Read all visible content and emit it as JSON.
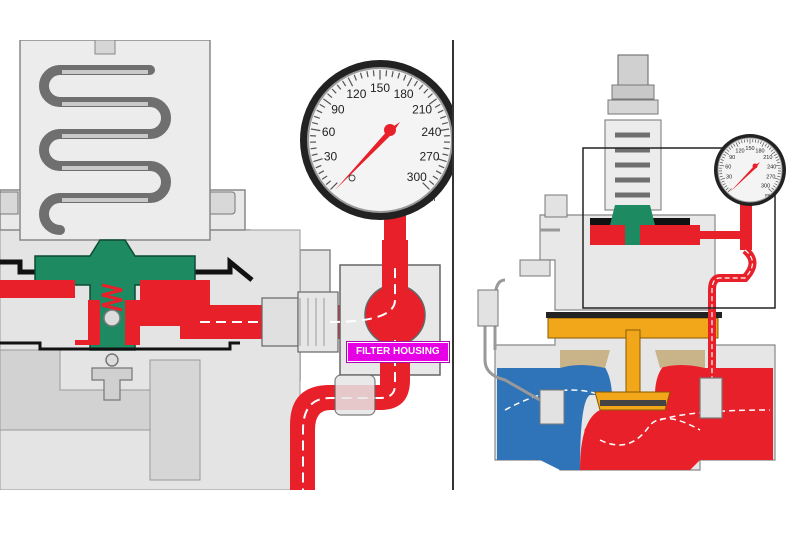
{
  "left_panel": {
    "gauge": {
      "ticks": [
        "30",
        "60",
        "90",
        "120",
        "150",
        "180",
        "210",
        "240",
        "270",
        "300"
      ],
      "unit": "psi"
    },
    "filter_label": "FILTER HOUSING"
  },
  "right_panel": {
    "gauge": {
      "ticks": [
        "30",
        "60",
        "90",
        "120",
        "150",
        "180",
        "210",
        "240",
        "270",
        "300"
      ],
      "unit": "psi"
    }
  },
  "colors": {
    "supply_pressure": "#e8202a",
    "outlet_pressure": "#2f73b8",
    "diaphragm": "#1e8a62",
    "main_valve": "#f2a71b",
    "body": "#e6e6e6",
    "label_bg": "#e600e6"
  }
}
